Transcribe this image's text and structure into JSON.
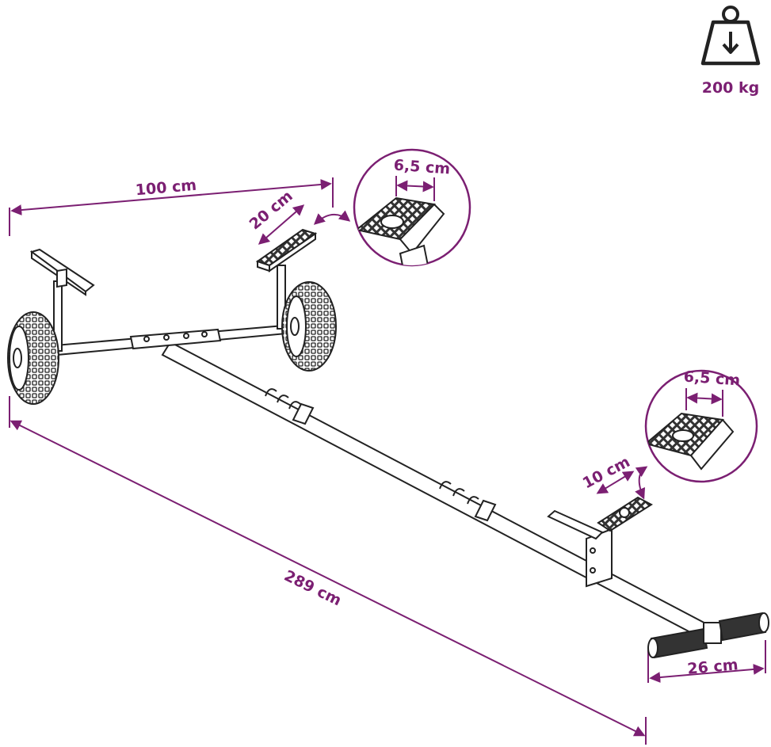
{
  "accent_color": "#7b1f72",
  "line_color": "#222222",
  "weight": {
    "icon": "weight-down-arrow-icon",
    "label": "200 kg"
  },
  "dimensions": {
    "width": "100 cm",
    "pad_rear_length": "20 cm",
    "pad_rear_width": "6,5 cm",
    "pad_front_width": "6,5 cm",
    "pad_front_length": "10 cm",
    "overall_length": "289 cm",
    "handle_width": "26 cm"
  }
}
